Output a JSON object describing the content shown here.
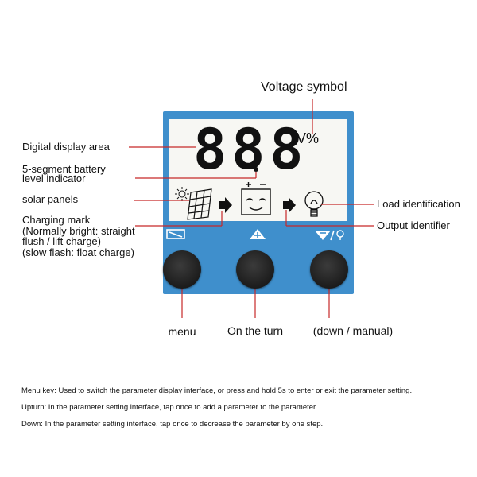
{
  "diagram": {
    "callouts": {
      "voltage_symbol": "Voltage symbol",
      "digital_display_area": "Digital display area",
      "battery_indicator_line1": "5-segment battery",
      "battery_indicator_line2": "level indicator",
      "solar_panels": "solar panels",
      "charging_mark_line1": "Charging mark",
      "charging_mark_line2": "(Normally bright: straight",
      "charging_mark_line3": "flush / lift charge)",
      "charging_mark_line4": "(slow flash: float charge)",
      "load_identification": "Load identification",
      "output_identifier": "Output identifier"
    },
    "display": {
      "digits": "888",
      "unit": "V%"
    },
    "buttons": [
      {
        "label": "menu"
      },
      {
        "label": "On the turn"
      },
      {
        "label": "(down / manual)"
      }
    ],
    "notes": [
      "Menu key: Used to switch the parameter display interface, or press and hold 5s to enter or exit the parameter setting.",
      "Upturn: In the parameter setting interface, tap once to add a parameter to the parameter.",
      "Down: In the parameter setting interface, tap once to decrease the parameter by one step."
    ],
    "colors": {
      "device_body": "#3f8fcc",
      "lcd_background": "#f7f7f3",
      "leader_line": "#c62828",
      "button": "#1c1c1c"
    }
  }
}
